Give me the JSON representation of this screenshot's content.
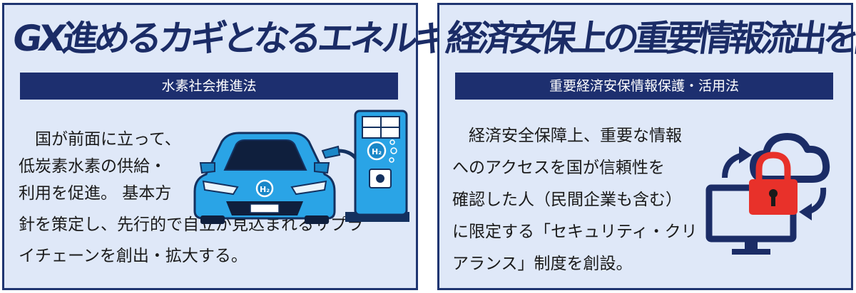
{
  "left_panel": {
    "headline": "GX進めるカギとなるエネルギー",
    "law_name": "水素社会推進法",
    "body_lines": [
      "　国が前面に立って、",
      "低炭素水素の供給・",
      "利用を促進。 基本方",
      "針を策定し、先行的で自立が見込まれるサプラ",
      "イチェーンを創出・拡大する。"
    ],
    "car_badge": "H₂",
    "pump_badge": "H₂",
    "icons": [
      "hydrogen-car-icon",
      "hydrogen-pump-icon"
    ],
    "colors": {
      "border": "#1f3571",
      "background": "#dfe8f8",
      "car": "#2aa4e6",
      "bar": "#1d2f6f"
    }
  },
  "right_panel": {
    "headline": "経済安保上の重要情報流出を防ぐ",
    "law_name": "重要経済安保情報保護・活用法",
    "body_lines": [
      "　経済安全保障上、重要な情報",
      "へのアクセスを国が信頼性を",
      "確認した人（民間企業も含む）",
      "に限定する「セキュリティ・クリ",
      "アランス」制度を創設。"
    ],
    "icons": [
      "cloud-icon",
      "monitor-icon",
      "padlock-icon",
      "sync-arrows-icon"
    ],
    "colors": {
      "lock": "#e8312a",
      "navy": "#1b2c66"
    }
  }
}
